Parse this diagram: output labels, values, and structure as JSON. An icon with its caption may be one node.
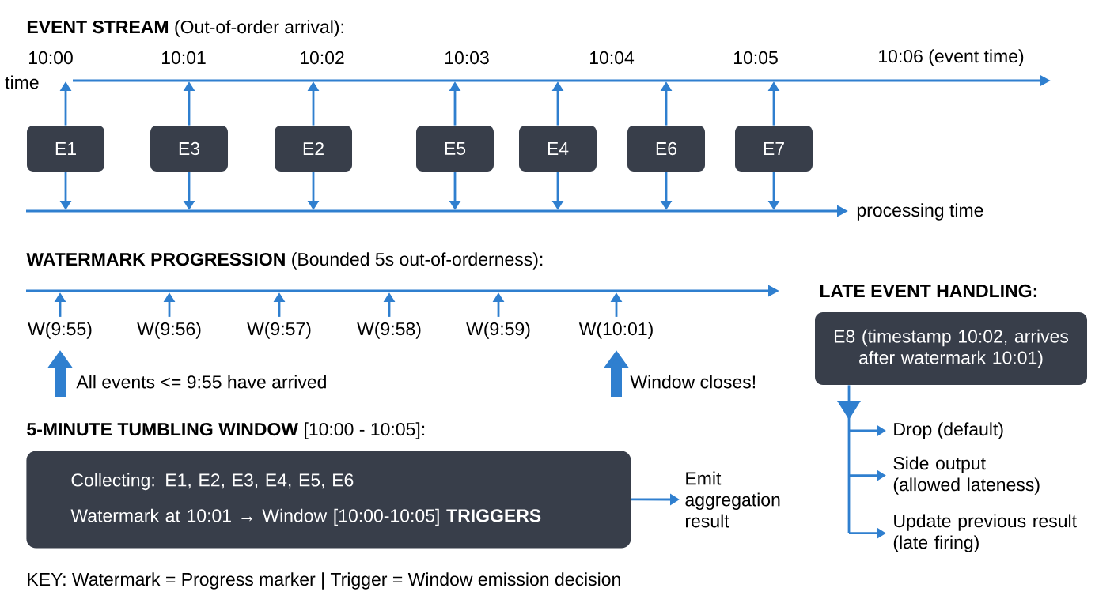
{
  "diagram": {
    "nodes": [
      {
        "text": [
          "E1"
        ]
      },
      {
        "text": [
          "E3"
        ]
      },
      {
        "text": [
          "E2"
        ]
      },
      {
        "text": [
          "E5"
        ]
      },
      {
        "text": [
          "E4"
        ]
      },
      {
        "text": [
          "E6"
        ]
      },
      {
        "text": [
          "E7"
        ]
      },
      {
        "text": [
          "W(9:55)"
        ]
      },
      {
        "text": [
          "W(9:56)"
        ]
      },
      {
        "text": [
          "W(9:57)"
        ]
      },
      {
        "text": [
          "W(9:58)"
        ]
      },
      {
        "text": [
          "W(9:59)"
        ]
      },
      {
        "text": [
          "W(10:01)"
        ]
      },
      {
        "text": [
          "E8 (timestamp 10:02, arrives after watermark 10:01)"
        ]
      },
      {
        "text": [
          "Drop (default)"
        ]
      },
      {
        "text": [
          "Side output (allowed lateness)"
        ]
      },
      {
        "text": [
          "Update previous result (late firing)"
        ]
      },
      {
        "text": [
          "Collecting: E1, E2, E3, E4, E5, E6",
          "Watermark at 10:01 → Window [10:00-10:05] **TRIGGERS**"
        ]
      },
      {
        "text": [
          "Emit aggregation result"
        ]
      }
    ],
    "edges": [
      {
        "from": 0,
        "to": null,
        "arrow": "to"
      },
      {
        "from": 1,
        "to": null,
        "arrow": "to"
      },
      {
        "from": 2,
        "to": null,
        "arrow": "to"
      },
      {
        "from": 3,
        "to": null,
        "arrow": "to"
      },
      {
        "from": 4,
        "to": null,
        "arrow": "to"
      },
      {
        "from": 5,
        "to": null,
        "arrow": "to"
      },
      {
        "from": 6,
        "to": null,
        "arrow": "to"
      },
      {
        "from": 0,
        "to": null,
        "arrow": "to"
      },
      {
        "from": 1,
        "to": null,
        "arrow": "to"
      },
      {
        "from": 2,
        "to": null,
        "arrow": "to"
      },
      {
        "from": 3,
        "to": null,
        "arrow": "to"
      },
      {
        "from": 4,
        "to": null,
        "arrow": "to"
      },
      {
        "from": 5,
        "to": null,
        "arrow": "to"
      },
      {
        "from": 6,
        "to": null,
        "arrow": "to"
      },
      {
        "from": 7,
        "to": null,
        "arrow": "to"
      },
      {
        "from": 8,
        "to": null,
        "arrow": "to"
      },
      {
        "from": 9,
        "to": null,
        "arrow": "to"
      },
      {
        "from": 10,
        "to": null,
        "arrow": "to"
      },
      {
        "from": 11,
        "to": null,
        "arrow": "to"
      },
      {
        "from": 12,
        "to": null,
        "arrow": "to"
      },
      {
        "from": null,
        "to": 7,
        "arrow": "to",
        "style": "thick"
      },
      {
        "from": null,
        "to": 12,
        "arrow": "to",
        "style": "thick"
      },
      {
        "from": 13,
        "to": 14,
        "arrow": "to"
      },
      {
        "from": 13,
        "to": 15,
        "arrow": "to"
      },
      {
        "from": 13,
        "to": 16,
        "arrow": "to"
      },
      {
        "from": 17,
        "to": 18,
        "arrow": "to"
      }
    ],
    "labels": [
      "**EVENT STREAM** (Out-of-order arrival):",
      "10:00",
      "10:01",
      "10:02",
      "10:03",
      "10:04",
      "10:05",
      "10:06 (event time)",
      "time",
      "processing time",
      "**WATERMARK PROGRESSION** (Bounded 5s out-of-orderness):",
      "All events <= 9:55 have arrived",
      "Window closes!",
      "LATE EVENT HANDLING:",
      "**5-MINUTE TUMBLING WINDOW** [10:00 - 10:05]:",
      "KEY: Watermark = Progress marker | Trigger = Window emission decision"
    ]
  }
}
